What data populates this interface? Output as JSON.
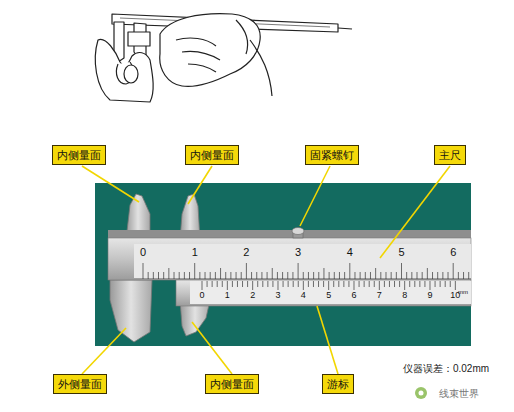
{
  "diagram": {
    "nodes": [
      {
        "text": [
          "内侧量面"
        ]
      },
      {
        "text": [
          "内侧量面"
        ]
      },
      {
        "text": [
          "固紧螺钉"
        ]
      },
      {
        "text": [
          "主尺"
        ]
      },
      {
        "text": [
          "外侧量面"
        ]
      },
      {
        "text": [
          "内侧量面"
        ]
      },
      {
        "text": [
          "游标"
        ]
      }
    ],
    "labels": [
      "0",
      "1",
      "2",
      "3",
      "4",
      "5",
      "6",
      "0",
      "1",
      "2",
      "3",
      "4",
      "5",
      "6",
      "7",
      "8",
      "9",
      "10",
      "mm",
      "仪器误差：0.02mm",
      "线束世界"
    ]
  }
}
